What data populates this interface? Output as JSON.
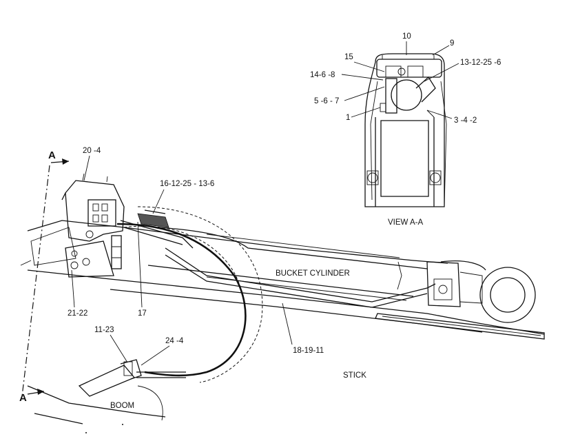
{
  "section_mark": "A",
  "components": {
    "bucket_cylinder": "BUCKET CYLINDER",
    "stick": "STICK",
    "boom": "BOOM"
  },
  "view_title": "VIEW A-A",
  "callouts": {
    "c_20_4": "20 -4",
    "c_16_12_25_13_6": "16-12-25 - 13-6",
    "c_21_22": "21-22",
    "c_17": "17",
    "c_11_23": "11-23",
    "c_24_4": "24 -4",
    "c_18_19_11": "18-19-11",
    "c_10": "10",
    "c_9": "9",
    "c_15": "15",
    "c_14_6_8": "14-6 -8",
    "c_13_12_25_6": "13-12-25 -6",
    "c_5_6_7": "5 -6 - 7",
    "c_1": "1",
    "c_3_4_2": "3 -4 -2"
  }
}
